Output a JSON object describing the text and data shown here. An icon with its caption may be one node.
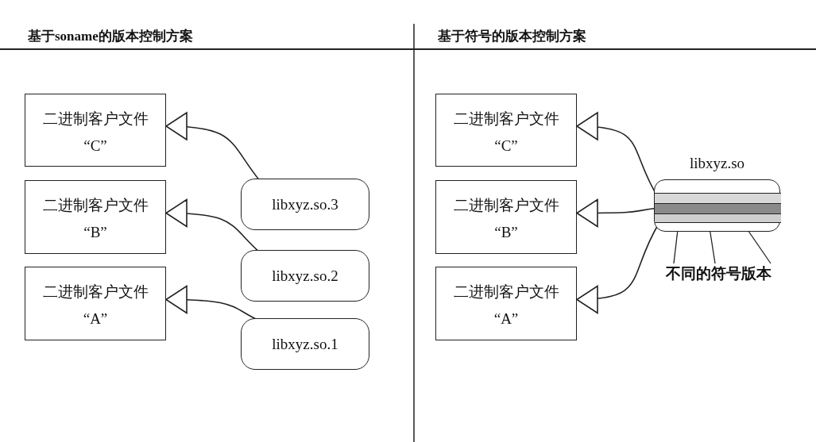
{
  "diagram": {
    "nodes": [
      {
        "text": [
          "二进制客户文件",
          "“C”"
        ]
      },
      {
        "text": [
          "二进制客户文件",
          "“B”"
        ]
      },
      {
        "text": [
          "二进制客户文件",
          "“A”"
        ]
      },
      {
        "text": [
          "libxyz.so.3"
        ]
      },
      {
        "text": [
          "libxyz.so.2"
        ]
      },
      {
        "text": [
          "libxyz.so.1"
        ]
      },
      {
        "text": [
          "二进制客户文件",
          "“C”"
        ]
      },
      {
        "text": [
          "二进制客户文件",
          "“B”"
        ]
      },
      {
        "text": [
          "二进制客户文件",
          "“A”"
        ]
      },
      {
        "text": [
          "libxyz.so"
        ]
      },
      {
        "text": [],
        "shape": "bar",
        "in": 9
      },
      {
        "text": [],
        "shape": "bar",
        "in": 9
      },
      {
        "text": [],
        "shape": "bar",
        "in": 9
      },
      {
        "text": [
          "不同的符号版本"
        ]
      }
    ],
    "edges": [
      {
        "from": 3,
        "to": 0,
        "arrow": "to"
      },
      {
        "from": 4,
        "to": 1,
        "arrow": "to"
      },
      {
        "from": 5,
        "to": 2,
        "arrow": "to"
      },
      {
        "from": 10,
        "to": 6,
        "arrow": "to"
      },
      {
        "from": 11,
        "to": 7,
        "arrow": "to"
      },
      {
        "from": 12,
        "to": 8,
        "arrow": "to"
      },
      {
        "from": 13,
        "to": 10,
        "arrow": "none"
      },
      {
        "from": 13,
        "to": 11,
        "arrow": "none"
      },
      {
        "from": 13,
        "to": 12,
        "arrow": "none"
      }
    ],
    "labels": [
      "基于soname的版本控制方案",
      "基于符号的版本控制方案"
    ]
  }
}
